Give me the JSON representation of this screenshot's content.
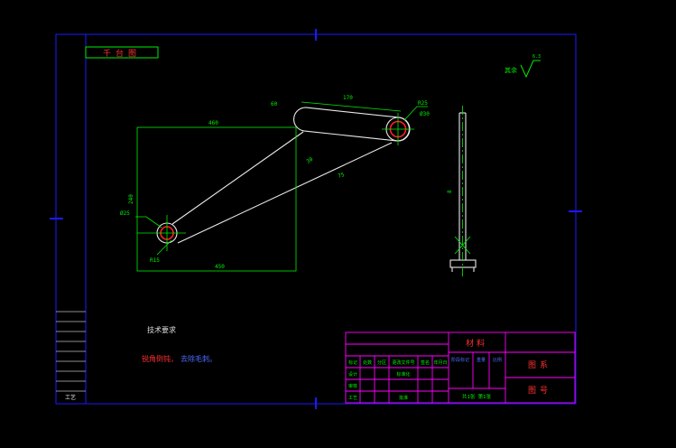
{
  "frame": {
    "top_strip_label": "千台图"
  },
  "roughness": {
    "note": "其余",
    "value": "6.3"
  },
  "tech": {
    "title": "技术要求",
    "line_red": "锐角倒钝，",
    "line_blue": "去除毛刺。"
  },
  "dims": {
    "top_len": "170",
    "slot_w": "60",
    "boss_r": "R25",
    "boss_d": "Ø30",
    "rect_w": "460",
    "rect_h": "240",
    "bottom_len": "450",
    "diag1": "30",
    "diag2": "75",
    "lboss_d": "Ø25",
    "lboss_r": "R15",
    "side_t": "8"
  },
  "side_strip": {
    "label": "工艺"
  },
  "title_block": {
    "material": "材料",
    "fig_series": "图系",
    "fig_no": "图号",
    "row1": [
      "标记",
      "处数",
      "分区",
      "更改文件号",
      "签名",
      "年月日"
    ],
    "design": "设计",
    "check": "审核",
    "process": "工艺",
    "approve": "批准",
    "standard": "标准化",
    "stage": "阶段标记",
    "weight": "重量",
    "scale": "比例",
    "sheets": "共1张 第1张"
  },
  "colors": {
    "frame_blue": "#1a1aff",
    "line_white": "#e8e8e8",
    "dim_green": "#00ee00",
    "hole_red": "#ff2020",
    "grid_magenta": "#ff00ff",
    "label_red": "#ff3030",
    "label_blue": "#4d6dff"
  }
}
